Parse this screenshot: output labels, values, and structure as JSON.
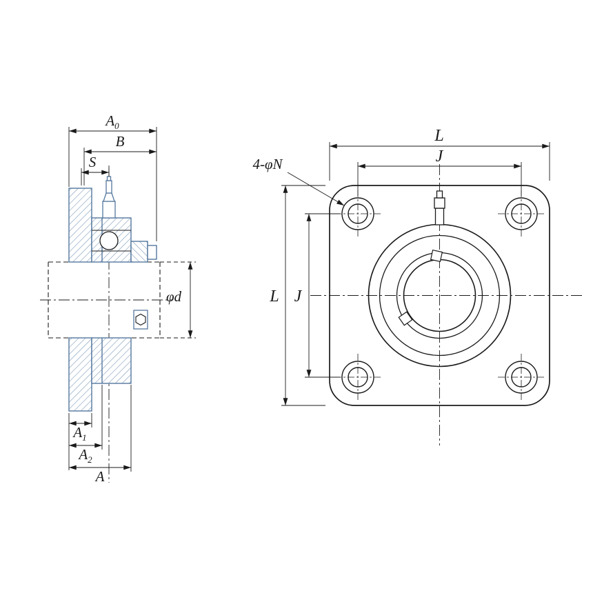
{
  "drawing": {
    "type": "technical-drawing",
    "subject": "4-bolt-flange-bearing-unit",
    "colors": {
      "line": "#1a1a1a",
      "section_stroke": "#54779e",
      "hatch": "#7d9cbc",
      "background": "#ffffff"
    },
    "side_view": {
      "label_a0_main": "A",
      "label_a0_sub": "0",
      "label_b": "B",
      "label_s": "S",
      "label_phi_d": "φd",
      "label_a1_main": "A",
      "label_a1_sub": "1",
      "label_a2_main": "A",
      "label_a2_sub": "2",
      "label_a": "A"
    },
    "front_view": {
      "label_l_top": "L",
      "label_j_top": "J",
      "label_l_left": "L",
      "label_j_left": "J",
      "label_bolt_callout": "4-φN"
    }
  }
}
